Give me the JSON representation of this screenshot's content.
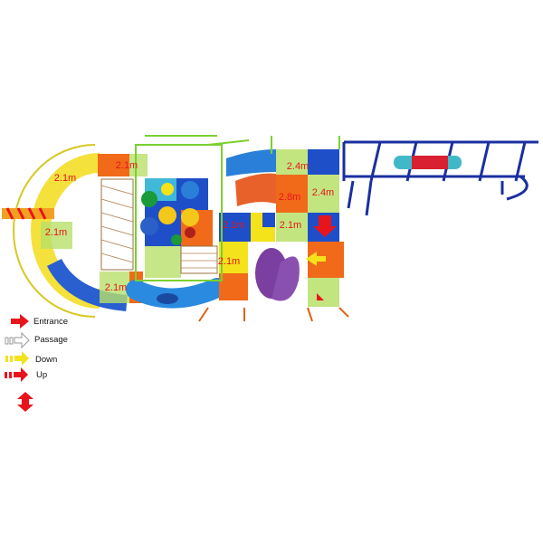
{
  "diagram": {
    "heights": [
      "2.1m",
      "2.1m",
      "2.1m",
      "2.1m",
      "2.4m",
      "2.8m",
      "2.4m",
      "2.1m",
      "2.1m",
      "2.1m"
    ],
    "legend": {
      "entrance": "Entrance",
      "passage": "Passage",
      "down": "Down",
      "up": "Up"
    },
    "colors": {
      "lime": "#b8e06a",
      "orange": "#f06a1a",
      "blue": "#1e4fc8",
      "yellow": "#f4e21a",
      "purple": "#7a3fa0",
      "frame_navy": "#1a2fa0",
      "arrow_red": "#e8141c"
    }
  }
}
